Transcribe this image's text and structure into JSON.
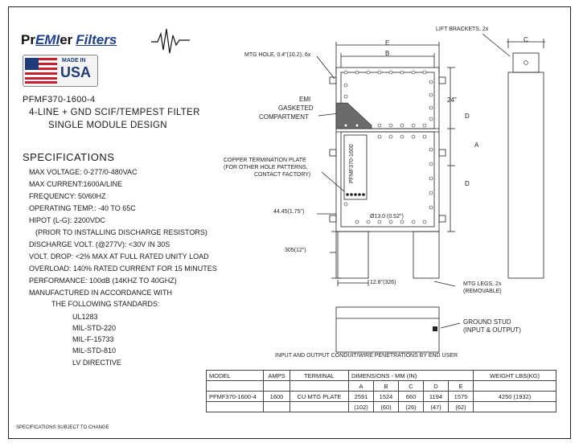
{
  "logo": {
    "pre": "Pr",
    "emi": "EMI",
    "post": "er",
    "filters": "Filters"
  },
  "badge": {
    "line1": "MADE IN",
    "line2": "USA"
  },
  "header": {
    "model": "PFMF370-1600-4",
    "title_line1": "4-LINE + GND SCIF/TEMPEST FILTER",
    "title_line2": "SINGLE MODULE DESIGN"
  },
  "specs": {
    "heading": "SPECIFICATIONS",
    "items": [
      "MAX VOLTAGE: 0-277/0-480VAC",
      "MAX CURRENT:1600A/LINE",
      "FREQUENCY: 50/60HZ",
      "OPERATING TEMP.: -40 TO 65C",
      "HIPOT (L-G): 2200VDC",
      "(PRIOR TO INSTALLING DISCHARGE RESISTORS)",
      "DISCHARGE VOLT. (@277V): <30V IN 30S",
      "VOLT. DROP: <2% MAX AT FULL RATED UNITY LOAD",
      "OVERLOAD: 140% RATED CURRENT FOR 15 MINUTES",
      "PERFORMANCE: 100dB (14KHZ TO 40GHZ)",
      "MANUFACTURED IN ACCORDANCE WITH",
      "THE FOLLOWING STANDARDS:"
    ],
    "standards": [
      "UL1283",
      "MIL-STD-220",
      "MIL-F-15733",
      "MIL-STD-810",
      "LV DIRECTIVE"
    ]
  },
  "drawing": {
    "lift_brackets": "LIFT BRACKETS, 2x",
    "mtg_hole": "MTG HOLE, 0.4\"(10.2), 6x",
    "dim_e": "E",
    "dim_b": "B",
    "dim_c": "C",
    "dim_d1": "D",
    "dim_a": "A",
    "dim_d2": "D",
    "dim_24": "24\"",
    "emi_gasketed_1": "EMI",
    "emi_gasketed_2": "GASKETED",
    "emi_gasketed_3": "COMPARTMENT",
    "copper_1": "COPPER TERMINATION PLATE",
    "copper_2": "(FOR OTHER HOLE PATTERNS,",
    "copper_3": "CONTACT FACTORY)",
    "vertical_label": "PFMF370-1600",
    "dim_4445": "44.45(1.75\")",
    "dim_hole": "Ø13.0 (0.52\")",
    "dim_305": "305(12\")",
    "dim_128": "12.8\"(326)",
    "mtg_legs_1": "MTG LEGS, 2x",
    "mtg_legs_2": "(REMOVABLE)",
    "ground_1": "GROUND STUD",
    "ground_2": "(INPUT & OUTPUT)",
    "conduit_note": "INPUT AND OUTPUT CONDUIT/WIRE PENETRATIONS BY END USER"
  },
  "table": {
    "headers": [
      "MODEL",
      "AMPS",
      "TERMINAL",
      "DIMENSIONS - MM (IN)",
      "WEIGHT LBS(KG)"
    ],
    "dim_letters": [
      "A",
      "B",
      "C",
      "D",
      "E"
    ],
    "row": {
      "model": "PFMF370-1600-4",
      "amps": "1600",
      "terminal": "CU MTG PLATE",
      "mm": [
        "2591",
        "1524",
        "660",
        "1194",
        "1575"
      ],
      "inch": [
        "(102)",
        "(60)",
        "(26)",
        "(47)",
        "(62)"
      ],
      "weight": "4250 (1932)"
    }
  },
  "footnote": "SPECIFICATIONS SUBJECT TO CHANGE",
  "colors": {
    "brand_blue": "#1d3f8f",
    "flag_red": "#c8202e",
    "flag_blue": "#1f3b7a",
    "gasket_fill": "#6b6b6b"
  }
}
